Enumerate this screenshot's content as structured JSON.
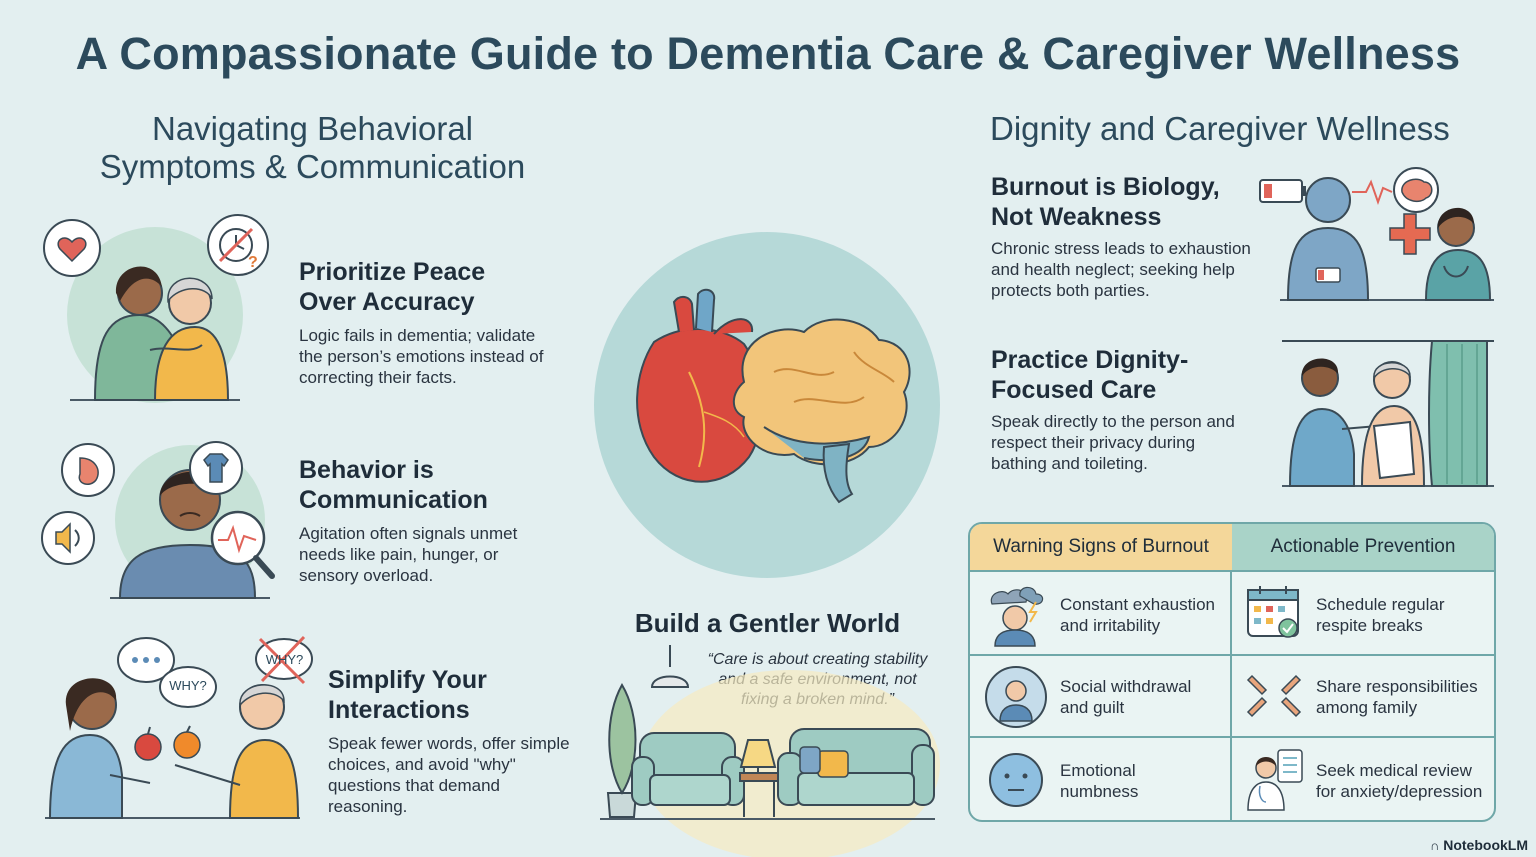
{
  "title": "A Compassionate Guide to Dementia Care & Caregiver Wellness",
  "left_section": {
    "title_line1": "Navigating Behavioral",
    "title_line2": "Symptoms & Communication",
    "items": [
      {
        "heading_line1": "Prioritize Peace",
        "heading_line2": "Over Accuracy",
        "body_line1": "Logic fails in dementia; validate",
        "body_line2": "the person’s emotions instead of",
        "body_line3": "correcting their facts."
      },
      {
        "heading_line1": "Behavior is",
        "heading_line2": "Communication",
        "body_line1": "Agitation often signals unmet",
        "body_line2": "needs like pain, hunger, or",
        "body_line3": "sensory overload."
      },
      {
        "heading_line1": "Simplify Your",
        "heading_line2": "Interactions",
        "body_line1": "Speak fewer words, offer simple",
        "body_line2": "choices, and avoid \"why\"",
        "body_line3": "questions that demand",
        "body_line4": "reasoning."
      }
    ],
    "why_bubble_1": "WHY?",
    "why_bubble_2": "WHY?"
  },
  "center": {
    "title": "Build a Gentler World",
    "quote_line1": "“Care is about creating stability",
    "quote_line2": "and a safe environment, not",
    "quote_line3": "fixing a broken mind.”"
  },
  "right_section": {
    "title": "Dignity and Caregiver Wellness",
    "items": [
      {
        "heading_line1": "Burnout is Biology,",
        "heading_line2": "Not Weakness",
        "body_line1": "Chronic stress leads to exhaustion",
        "body_line2": "and health neglect; seeking help",
        "body_line3": "protects both parties."
      },
      {
        "heading_line1": "Practice Dignity-",
        "heading_line2": "Focused Care",
        "body_line1": "Speak directly to the person and",
        "body_line2": "respect their privacy during",
        "body_line3": "bathing and toileting."
      }
    ]
  },
  "table": {
    "header_left": "Warning Signs of Burnout",
    "header_right": "Actionable Prevention",
    "rows": [
      {
        "left_line1": "Constant exhaustion",
        "left_line2": "and irritability",
        "right_line1": "Schedule regular",
        "right_line2": "respite breaks"
      },
      {
        "left_line1": "Social withdrawal",
        "left_line2": "and guilt",
        "right_line1": "Share responsibilities",
        "right_line2": "among family"
      },
      {
        "left_line1": "Emotional",
        "left_line2": "numbness",
        "right_line1": "Seek medical review",
        "right_line2": "for anxiety/depression"
      }
    ]
  },
  "brand": "NotebookLM",
  "colors": {
    "background": "#e3eff0",
    "title": "#2c4a5c",
    "warning_header": "#f4d79a",
    "prevention_header": "#a9d3c8",
    "table_border": "#6fa7a8"
  }
}
